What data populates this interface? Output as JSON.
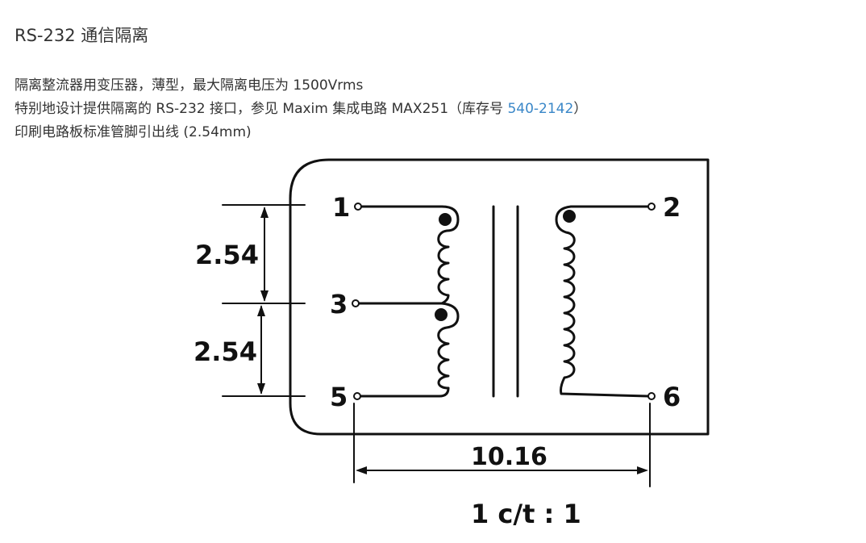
{
  "page": {
    "title": "RS-232 通信隔离",
    "lines": [
      {
        "text": "隔离整流器用变压器，薄型，最大隔离电压为 1500Vrms"
      },
      {
        "prefix": "特别地设计提供隔离的 RS-232 接口，参见 Maxim 集成电路 MAX251（库存号 ",
        "link": "540-2142",
        "suffix": "）"
      },
      {
        "text": "印刷电路板标准管脚引出线 (2.54mm)"
      }
    ]
  },
  "diagram": {
    "pins": {
      "p1": "1",
      "p2": "2",
      "p3": "3",
      "p5": "5",
      "p6": "6"
    },
    "dims": {
      "pitch_upper": "2.54",
      "pitch_lower": "2.54",
      "width": "10.16"
    },
    "ratio": "1 c/t : 1"
  }
}
